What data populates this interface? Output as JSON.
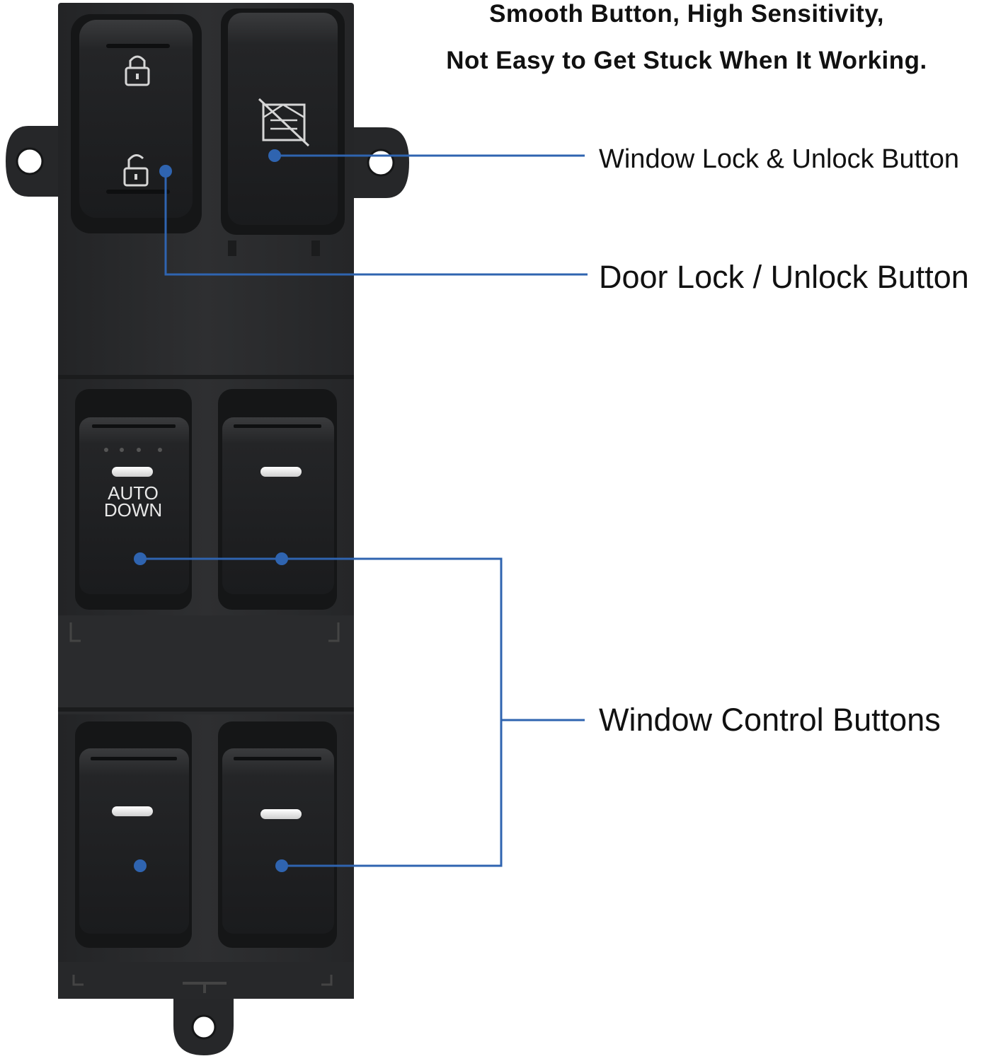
{
  "heading": {
    "line1": "Smooth Button, High Sensitivity,",
    "line2": "Not Easy to Get Stuck When It Working."
  },
  "callouts": {
    "window_lock": "Window Lock & Unlock Button",
    "door_lock": "Door Lock / Unlock Button",
    "window_control": "Window Control Buttons"
  },
  "switch_panel": {
    "auto_down_label_line1": "AUTO",
    "auto_down_label_line2": "DOWN",
    "icons": [
      "lock-closed-icon",
      "lock-open-icon",
      "window-lock-icon"
    ]
  },
  "colors": {
    "leader_line": "#2f64b0",
    "panel": "#2b2c2e",
    "button": "#1e1f21",
    "text": "#111111"
  }
}
